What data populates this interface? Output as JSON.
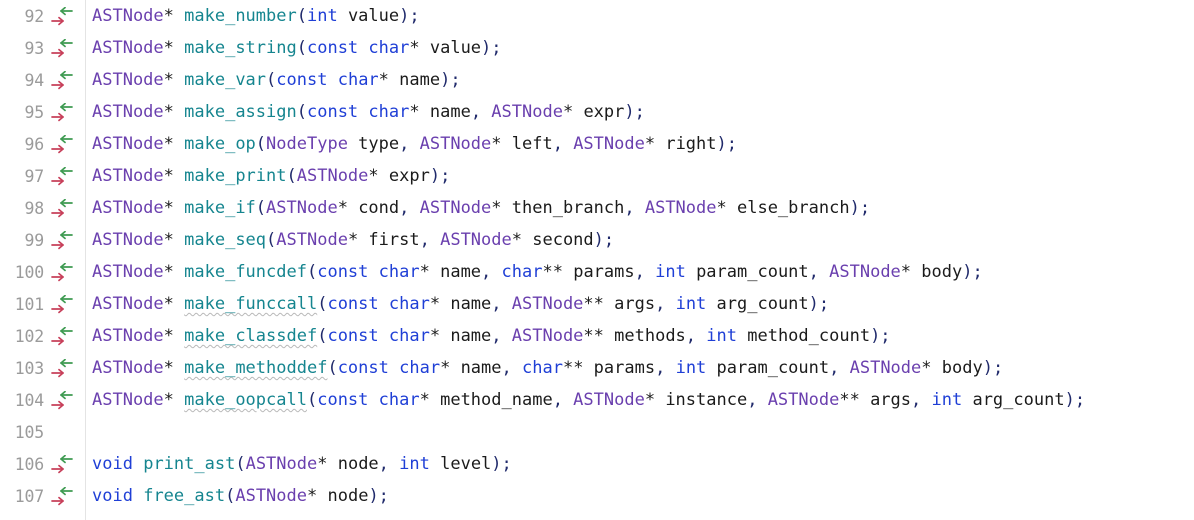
{
  "editor": {
    "language": "c-header",
    "colors": {
      "background": "#ffffff",
      "gutter_rule": "#e4e4e4",
      "line_number": "#9b9b9b",
      "type": "#6a3fae",
      "function": "#15858f",
      "keyword": "#1f3fd6",
      "punctuation": "#202a6b",
      "identifier": "#1b1b1b",
      "squiggle": "#b9b9b9",
      "marker_in": "#3f9b52",
      "marker_out": "#c7405a"
    },
    "marker_icon_name": "diff-change-arrows-icon",
    "first_line_number": 92,
    "last_line_number": 107
  },
  "lines": [
    {
      "number": "92",
      "marker": true,
      "tokens": [
        {
          "text": "ASTNode",
          "cls": "t-type"
        },
        {
          "text": "* ",
          "cls": "t-op"
        },
        {
          "text": "make_number",
          "cls": "t-fn"
        },
        {
          "text": "(",
          "cls": "t-punct"
        },
        {
          "text": "int",
          "cls": "t-kw"
        },
        {
          "text": " value",
          "cls": "t-id"
        },
        {
          "text": ");",
          "cls": "t-punct"
        }
      ]
    },
    {
      "number": "93",
      "marker": true,
      "tokens": [
        {
          "text": "ASTNode",
          "cls": "t-type"
        },
        {
          "text": "* ",
          "cls": "t-op"
        },
        {
          "text": "make_string",
          "cls": "t-fn"
        },
        {
          "text": "(",
          "cls": "t-punct"
        },
        {
          "text": "const",
          "cls": "t-kw"
        },
        {
          "text": " ",
          "cls": "t-id"
        },
        {
          "text": "char",
          "cls": "t-kw"
        },
        {
          "text": "*",
          "cls": "t-op"
        },
        {
          "text": " value",
          "cls": "t-id"
        },
        {
          "text": ");",
          "cls": "t-punct"
        }
      ]
    },
    {
      "number": "94",
      "marker": true,
      "tokens": [
        {
          "text": "ASTNode",
          "cls": "t-type"
        },
        {
          "text": "* ",
          "cls": "t-op"
        },
        {
          "text": "make_var",
          "cls": "t-fn"
        },
        {
          "text": "(",
          "cls": "t-punct"
        },
        {
          "text": "const",
          "cls": "t-kw"
        },
        {
          "text": " ",
          "cls": "t-id"
        },
        {
          "text": "char",
          "cls": "t-kw"
        },
        {
          "text": "*",
          "cls": "t-op"
        },
        {
          "text": " name",
          "cls": "t-id"
        },
        {
          "text": ");",
          "cls": "t-punct"
        }
      ]
    },
    {
      "number": "95",
      "marker": true,
      "tokens": [
        {
          "text": "ASTNode",
          "cls": "t-type"
        },
        {
          "text": "* ",
          "cls": "t-op"
        },
        {
          "text": "make_assign",
          "cls": "t-fn"
        },
        {
          "text": "(",
          "cls": "t-punct"
        },
        {
          "text": "const",
          "cls": "t-kw"
        },
        {
          "text": " ",
          "cls": "t-id"
        },
        {
          "text": "char",
          "cls": "t-kw"
        },
        {
          "text": "*",
          "cls": "t-op"
        },
        {
          "text": " name",
          "cls": "t-id"
        },
        {
          "text": ", ",
          "cls": "t-punct"
        },
        {
          "text": "ASTNode",
          "cls": "t-type"
        },
        {
          "text": "*",
          "cls": "t-op"
        },
        {
          "text": " expr",
          "cls": "t-id"
        },
        {
          "text": ");",
          "cls": "t-punct"
        }
      ]
    },
    {
      "number": "96",
      "marker": true,
      "tokens": [
        {
          "text": "ASTNode",
          "cls": "t-type"
        },
        {
          "text": "* ",
          "cls": "t-op"
        },
        {
          "text": "make_op",
          "cls": "t-fn"
        },
        {
          "text": "(",
          "cls": "t-punct"
        },
        {
          "text": "NodeType",
          "cls": "t-type"
        },
        {
          "text": " type",
          "cls": "t-id"
        },
        {
          "text": ", ",
          "cls": "t-punct"
        },
        {
          "text": "ASTNode",
          "cls": "t-type"
        },
        {
          "text": "*",
          "cls": "t-op"
        },
        {
          "text": " left",
          "cls": "t-id"
        },
        {
          "text": ", ",
          "cls": "t-punct"
        },
        {
          "text": "ASTNode",
          "cls": "t-type"
        },
        {
          "text": "*",
          "cls": "t-op"
        },
        {
          "text": " right",
          "cls": "t-id"
        },
        {
          "text": ");",
          "cls": "t-punct"
        }
      ]
    },
    {
      "number": "97",
      "marker": true,
      "tokens": [
        {
          "text": "ASTNode",
          "cls": "t-type"
        },
        {
          "text": "* ",
          "cls": "t-op"
        },
        {
          "text": "make_print",
          "cls": "t-fn"
        },
        {
          "text": "(",
          "cls": "t-punct"
        },
        {
          "text": "ASTNode",
          "cls": "t-type"
        },
        {
          "text": "*",
          "cls": "t-op"
        },
        {
          "text": " expr",
          "cls": "t-id"
        },
        {
          "text": ");",
          "cls": "t-punct"
        }
      ]
    },
    {
      "number": "98",
      "marker": true,
      "tokens": [
        {
          "text": "ASTNode",
          "cls": "t-type"
        },
        {
          "text": "* ",
          "cls": "t-op"
        },
        {
          "text": "make_if",
          "cls": "t-fn"
        },
        {
          "text": "(",
          "cls": "t-punct"
        },
        {
          "text": "ASTNode",
          "cls": "t-type"
        },
        {
          "text": "*",
          "cls": "t-op"
        },
        {
          "text": " cond",
          "cls": "t-id"
        },
        {
          "text": ", ",
          "cls": "t-punct"
        },
        {
          "text": "ASTNode",
          "cls": "t-type"
        },
        {
          "text": "*",
          "cls": "t-op"
        },
        {
          "text": " then_branch",
          "cls": "t-id"
        },
        {
          "text": ", ",
          "cls": "t-punct"
        },
        {
          "text": "ASTNode",
          "cls": "t-type"
        },
        {
          "text": "*",
          "cls": "t-op"
        },
        {
          "text": " else_branch",
          "cls": "t-id"
        },
        {
          "text": ");",
          "cls": "t-punct"
        }
      ]
    },
    {
      "number": "99",
      "marker": true,
      "tokens": [
        {
          "text": "ASTNode",
          "cls": "t-type"
        },
        {
          "text": "* ",
          "cls": "t-op"
        },
        {
          "text": "make_seq",
          "cls": "t-fn"
        },
        {
          "text": "(",
          "cls": "t-punct"
        },
        {
          "text": "ASTNode",
          "cls": "t-type"
        },
        {
          "text": "*",
          "cls": "t-op"
        },
        {
          "text": " first",
          "cls": "t-id"
        },
        {
          "text": ", ",
          "cls": "t-punct"
        },
        {
          "text": "ASTNode",
          "cls": "t-type"
        },
        {
          "text": "*",
          "cls": "t-op"
        },
        {
          "text": " second",
          "cls": "t-id"
        },
        {
          "text": ");",
          "cls": "t-punct"
        }
      ]
    },
    {
      "number": "100",
      "marker": true,
      "tokens": [
        {
          "text": "ASTNode",
          "cls": "t-type"
        },
        {
          "text": "* ",
          "cls": "t-op"
        },
        {
          "text": "make_funcdef",
          "cls": "t-fn"
        },
        {
          "text": "(",
          "cls": "t-punct"
        },
        {
          "text": "const",
          "cls": "t-kw"
        },
        {
          "text": " ",
          "cls": "t-id"
        },
        {
          "text": "char",
          "cls": "t-kw"
        },
        {
          "text": "*",
          "cls": "t-op"
        },
        {
          "text": " name",
          "cls": "t-id"
        },
        {
          "text": ", ",
          "cls": "t-punct"
        },
        {
          "text": "char",
          "cls": "t-kw"
        },
        {
          "text": "**",
          "cls": "t-op"
        },
        {
          "text": " params",
          "cls": "t-id"
        },
        {
          "text": ", ",
          "cls": "t-punct"
        },
        {
          "text": "int",
          "cls": "t-kw"
        },
        {
          "text": " param_count",
          "cls": "t-id"
        },
        {
          "text": ", ",
          "cls": "t-punct"
        },
        {
          "text": "ASTNode",
          "cls": "t-type"
        },
        {
          "text": "*",
          "cls": "t-op"
        },
        {
          "text": " body",
          "cls": "t-id"
        },
        {
          "text": ");",
          "cls": "t-punct"
        }
      ]
    },
    {
      "number": "101",
      "marker": true,
      "tokens": [
        {
          "text": "ASTNode",
          "cls": "t-type"
        },
        {
          "text": "* ",
          "cls": "t-op"
        },
        {
          "text": "make_funccall",
          "cls": "t-fn squiggle"
        },
        {
          "text": "(",
          "cls": "t-punct"
        },
        {
          "text": "const",
          "cls": "t-kw"
        },
        {
          "text": " ",
          "cls": "t-id"
        },
        {
          "text": "char",
          "cls": "t-kw"
        },
        {
          "text": "*",
          "cls": "t-op"
        },
        {
          "text": " name",
          "cls": "t-id"
        },
        {
          "text": ", ",
          "cls": "t-punct"
        },
        {
          "text": "ASTNode",
          "cls": "t-type"
        },
        {
          "text": "**",
          "cls": "t-op"
        },
        {
          "text": " args",
          "cls": "t-id"
        },
        {
          "text": ", ",
          "cls": "t-punct"
        },
        {
          "text": "int",
          "cls": "t-kw"
        },
        {
          "text": " arg_count",
          "cls": "t-id"
        },
        {
          "text": ");",
          "cls": "t-punct"
        }
      ]
    },
    {
      "number": "102",
      "marker": true,
      "tokens": [
        {
          "text": "ASTNode",
          "cls": "t-type"
        },
        {
          "text": "* ",
          "cls": "t-op"
        },
        {
          "text": "make_classdef",
          "cls": "t-fn squiggle"
        },
        {
          "text": "(",
          "cls": "t-punct"
        },
        {
          "text": "const",
          "cls": "t-kw"
        },
        {
          "text": " ",
          "cls": "t-id"
        },
        {
          "text": "char",
          "cls": "t-kw"
        },
        {
          "text": "*",
          "cls": "t-op"
        },
        {
          "text": " name",
          "cls": "t-id"
        },
        {
          "text": ", ",
          "cls": "t-punct"
        },
        {
          "text": "ASTNode",
          "cls": "t-type"
        },
        {
          "text": "**",
          "cls": "t-op"
        },
        {
          "text": " methods",
          "cls": "t-id"
        },
        {
          "text": ", ",
          "cls": "t-punct"
        },
        {
          "text": "int",
          "cls": "t-kw"
        },
        {
          "text": " method_count",
          "cls": "t-id"
        },
        {
          "text": ");",
          "cls": "t-punct"
        }
      ]
    },
    {
      "number": "103",
      "marker": true,
      "tokens": [
        {
          "text": "ASTNode",
          "cls": "t-type"
        },
        {
          "text": "* ",
          "cls": "t-op"
        },
        {
          "text": "make_methoddef",
          "cls": "t-fn squiggle"
        },
        {
          "text": "(",
          "cls": "t-punct"
        },
        {
          "text": "const",
          "cls": "t-kw"
        },
        {
          "text": " ",
          "cls": "t-id"
        },
        {
          "text": "char",
          "cls": "t-kw"
        },
        {
          "text": "*",
          "cls": "t-op"
        },
        {
          "text": " name",
          "cls": "t-id"
        },
        {
          "text": ", ",
          "cls": "t-punct"
        },
        {
          "text": "char",
          "cls": "t-kw"
        },
        {
          "text": "**",
          "cls": "t-op"
        },
        {
          "text": " params",
          "cls": "t-id"
        },
        {
          "text": ", ",
          "cls": "t-punct"
        },
        {
          "text": "int",
          "cls": "t-kw"
        },
        {
          "text": " param_count",
          "cls": "t-id"
        },
        {
          "text": ", ",
          "cls": "t-punct"
        },
        {
          "text": "ASTNode",
          "cls": "t-type"
        },
        {
          "text": "*",
          "cls": "t-op"
        },
        {
          "text": " body",
          "cls": "t-id"
        },
        {
          "text": ");",
          "cls": "t-punct"
        }
      ]
    },
    {
      "number": "104",
      "marker": true,
      "tokens": [
        {
          "text": "ASTNode",
          "cls": "t-type"
        },
        {
          "text": "* ",
          "cls": "t-op"
        },
        {
          "text": "make_oopcall",
          "cls": "t-fn squiggle"
        },
        {
          "text": "(",
          "cls": "t-punct"
        },
        {
          "text": "const",
          "cls": "t-kw"
        },
        {
          "text": " ",
          "cls": "t-id"
        },
        {
          "text": "char",
          "cls": "t-kw"
        },
        {
          "text": "*",
          "cls": "t-op"
        },
        {
          "text": " method_name",
          "cls": "t-id"
        },
        {
          "text": ", ",
          "cls": "t-punct"
        },
        {
          "text": "ASTNode",
          "cls": "t-type"
        },
        {
          "text": "*",
          "cls": "t-op"
        },
        {
          "text": " instance",
          "cls": "t-id"
        },
        {
          "text": ", ",
          "cls": "t-punct"
        },
        {
          "text": "ASTNode",
          "cls": "t-type"
        },
        {
          "text": "**",
          "cls": "t-op"
        },
        {
          "text": " args",
          "cls": "t-id"
        },
        {
          "text": ", ",
          "cls": "t-punct"
        },
        {
          "text": "int",
          "cls": "t-kw"
        },
        {
          "text": " arg_count",
          "cls": "t-id"
        },
        {
          "text": ");",
          "cls": "t-punct"
        }
      ]
    },
    {
      "number": "105",
      "marker": false,
      "tokens": []
    },
    {
      "number": "106",
      "marker": true,
      "tokens": [
        {
          "text": "void",
          "cls": "t-kw"
        },
        {
          "text": " ",
          "cls": "t-id"
        },
        {
          "text": "print_ast",
          "cls": "t-fn"
        },
        {
          "text": "(",
          "cls": "t-punct"
        },
        {
          "text": "ASTNode",
          "cls": "t-type"
        },
        {
          "text": "*",
          "cls": "t-op"
        },
        {
          "text": " node",
          "cls": "t-id"
        },
        {
          "text": ", ",
          "cls": "t-punct"
        },
        {
          "text": "int",
          "cls": "t-kw"
        },
        {
          "text": " level",
          "cls": "t-id"
        },
        {
          "text": ");",
          "cls": "t-punct"
        }
      ]
    },
    {
      "number": "107",
      "marker": true,
      "tokens": [
        {
          "text": "void",
          "cls": "t-kw"
        },
        {
          "text": " ",
          "cls": "t-id"
        },
        {
          "text": "free_ast",
          "cls": "t-fn"
        },
        {
          "text": "(",
          "cls": "t-punct"
        },
        {
          "text": "ASTNode",
          "cls": "t-type"
        },
        {
          "text": "*",
          "cls": "t-op"
        },
        {
          "text": " node",
          "cls": "t-id"
        },
        {
          "text": ");",
          "cls": "t-punct"
        }
      ]
    }
  ]
}
